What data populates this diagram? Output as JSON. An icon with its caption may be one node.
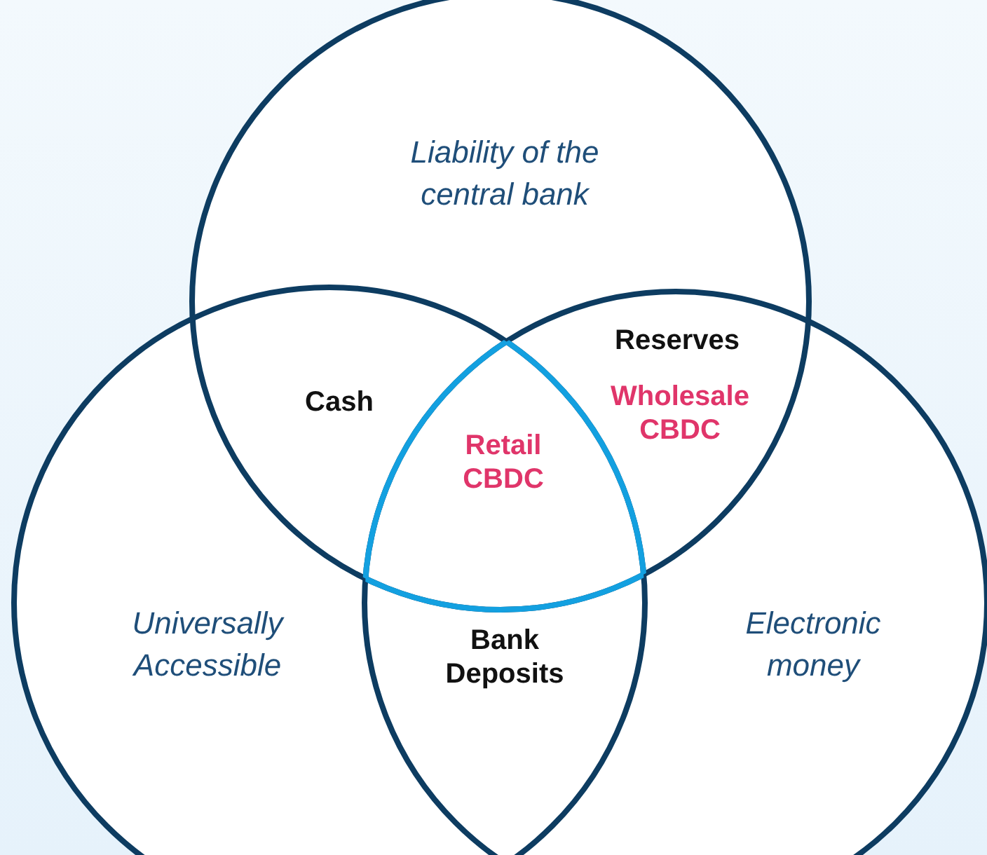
{
  "diagram": {
    "nodes": [
      {
        "text": [
          "Liability of the central bank"
        ]
      },
      {
        "text": [
          "Universally Accessible"
        ]
      },
      {
        "text": [
          "Electronic money"
        ]
      }
    ],
    "labels": [
      "Reserves",
      "Cash",
      "Wholesale CBDC",
      "Retail CBDC",
      "Bank Deposits"
    ]
  }
}
